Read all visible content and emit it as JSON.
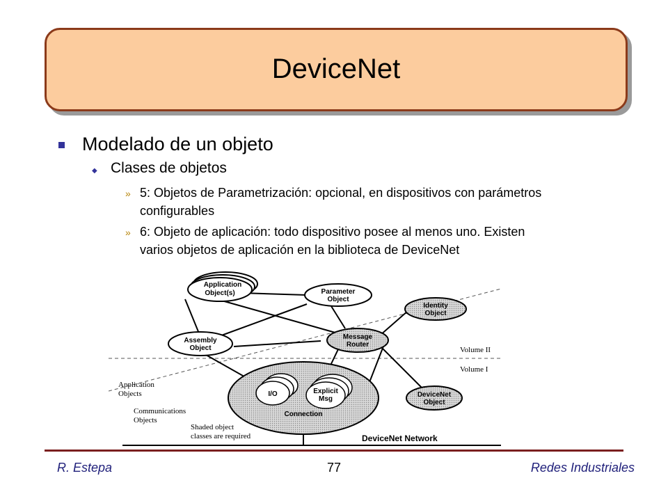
{
  "slide": {
    "title": "DeviceNet",
    "bullet1": "Modelado de un objeto",
    "bullet2": "Clases de objetos",
    "bullet3a_line1": "5: Objetos de Parametrización: opcional, en dispositivos con parámetros",
    "bullet3a_line2": "configurables",
    "bullet3b_line1": "6: Objeto de aplicación: todo dispositivo posee al menos uno. Existen",
    "bullet3b_line2": "varios objetos de aplicación en la biblioteca de DeviceNet"
  },
  "diagram": {
    "application_objects": [
      "Application",
      "Object(s)"
    ],
    "parameter_object": [
      "Parameter",
      "Object"
    ],
    "identity_object": [
      "Identity",
      "Object"
    ],
    "assembly_object": [
      "Assembly",
      "Object"
    ],
    "message_router": [
      "Message",
      "Router"
    ],
    "io": "I/O",
    "explicit_msg": [
      "Explicit",
      "Msg"
    ],
    "connection": "Connection",
    "devicenet_object": [
      "DeviceNet",
      "Object"
    ],
    "volume2": "Volume II",
    "volume1": "Volume I",
    "application_objects_label": [
      "Application",
      "Objects"
    ],
    "communications_objects_label": [
      "Communications",
      "Objects"
    ],
    "shaded_note": [
      "Shaded object",
      "classes are required"
    ],
    "network": "DeviceNet Network"
  },
  "footer": {
    "author": "R. Estepa",
    "page": "77",
    "course": "Redes Industriales"
  }
}
